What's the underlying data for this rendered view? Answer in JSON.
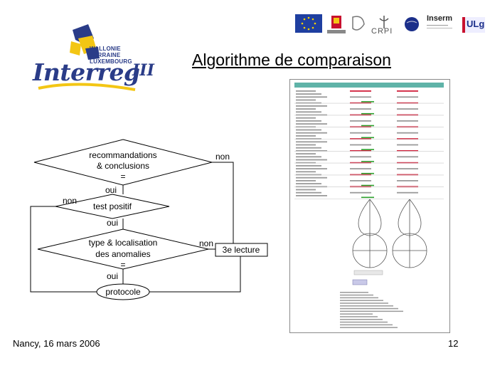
{
  "slide": {
    "title": "Algorithme de comparaison",
    "footer_date": "Nancy, 16 mars 2006",
    "page_number": "12"
  },
  "logo": {
    "wallonie": "WALLONIE",
    "lorraine": "LORRAINE",
    "luxembourg": "LUXEMBOURG",
    "wordmark": "Interreg",
    "roman": "III"
  },
  "partners": {
    "crpi": "CRPI",
    "inserm": "Inserm",
    "ulg": "ULg"
  },
  "flowchart": {
    "decision1_line1": "recommandations",
    "decision1_line2": "& conclusions",
    "decision1_line3": "=",
    "decision2": "test positif",
    "decision3_line1": "type & localisation",
    "decision3_line2": "des anomalies",
    "decision3_line3": "=",
    "oui1": "oui",
    "oui2": "oui",
    "oui3": "oui",
    "non1": "non",
    "non2": "non",
    "non3": "non",
    "third_reading": "3e lecture",
    "protocol": "protocole"
  },
  "colors": {
    "logo_blue": "#2a3c88",
    "logo_yellow": "#f3c614",
    "doc_header_teal": "#5fb3a8",
    "doc_green": "#2ca02c",
    "doc_red": "#d0203a"
  }
}
